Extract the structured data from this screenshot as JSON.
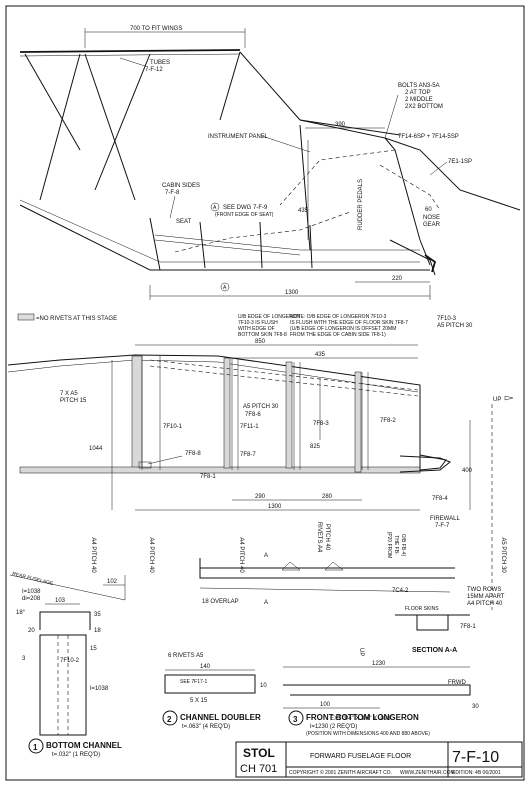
{
  "top_view": {
    "dim_700": "700 TO FIT WINGS",
    "tubes_1": "TUBES",
    "tubes_2": "7-F-12",
    "bolts_1": "BOLTS AN3-5A",
    "bolts_2": "2 AT TOP",
    "bolts_3": "2 MIDDLE",
    "bolts_4": "2X2 BOTTOM",
    "dim_390": "390",
    "instrument_panel": "INSTRUMENT PANEL",
    "parts_7f14": "7F14-6SP + 7F14-5SP",
    "part_7e1": "7E1-1SP",
    "cabin_sides_1": "CABIN SIDES",
    "cabin_sides_2": "7-F-8",
    "see_dwg": "SEE DWG 7-F-9",
    "see_dwg_sub": "(FRONT EDGE OF SEAT)",
    "seat": "SEAT",
    "dim_435": "435",
    "rudder_pedals": "RUDDER PEDALS",
    "dim_60": "60",
    "nose_gear_1": "NOSE",
    "nose_gear_2": "GEAR",
    "dim_220": "220",
    "dim_1300": "1300",
    "marker_a": "A"
  },
  "middle_view": {
    "no_rivets": "=NO RIVETS AT THIS STAGE",
    "note_left_1": "U/B EDGE OF LONGERON",
    "note_left_2": "7F10-3 IS FLUSH",
    "note_left_3": "WITH EDGE OF",
    "note_left_4": "BOTTOM SKIN 7F8-8",
    "note_right_1": "NOTE: O/B EDGE OF LONGERON 7F10-3",
    "note_right_2": "IS FLUSH WITH THE EDGE OF FLOOR SKIN 7F8-7",
    "note_right_3": "(U/B EDGE OF LONGERON IS OFFSET 20MM",
    "note_right_4": "FROM THE EDGE OF CABIN SIDE 7F8-1)",
    "part_7f10_3": "7F10-3",
    "a5_pitch": "A5 PITCH 30",
    "dim_850": "850",
    "dim_435": "435",
    "up_label": "UP",
    "seven_x_a5": "7 X A5",
    "pitch_15": "PITCH 15",
    "a5_pitch_30": "A5 PITCH 30",
    "p_7f8_6": "7F8-6",
    "p_7f10_1": "7F10-1",
    "p_7f11_1": "7F11-1",
    "p_7f8_3": "7F8-3",
    "p_7f8_2": "7F8-2",
    "dim_1044": "1044",
    "dim_825": "825",
    "p_7f8_8": "7F8-8",
    "p_7f8_7": "7F8-7",
    "dim_400": "400",
    "p_7f8_1": "7F8-1",
    "p_7f8_4": "7F8-4",
    "dim_290": "290",
    "dim_280": "280",
    "dim_1300": "1300",
    "firewall_1": "FIREWALL",
    "firewall_2": "7-F-7",
    "a4_pitch_40a": "A4 PITCH 40",
    "a4_pitch_40b": "A4 PITCH 40",
    "a4_pitch_40c": "A4 PITCH 40",
    "rivets_a4": "RIVETS A4",
    "pitch_40": "PITCH 40",
    "p20_note_1": "(P20 FROM",
    "p20_note_2": "THE FB-",
    "p20_note_3": "O/B FB-4)",
    "a5_pitch_30_v": "A5 PITCH 30"
  },
  "bottom_view": {
    "rear_fuselage": "REAR FUSELAGE",
    "dim_102": "102",
    "overlap": "18 OVERLAP",
    "p_7c4_2": "7C4-2",
    "marker_a": "A",
    "two_rows_1": "TWO ROWS",
    "two_rows_2": "15MM APART",
    "two_rows_3": "A4 PITCH 40",
    "floor_skins": "FLOOR SKINS",
    "p_7f8_1": "7F8-1",
    "section_aa": "SECTION A-A",
    "i_1038": "I=1038",
    "di_208": "di=208",
    "dim_103": "103",
    "dim_18": "18°",
    "dim_20": "20",
    "dim_18b": "18",
    "dim_35": "35",
    "dim_15": "15",
    "dim_3": "3",
    "p_7f10_2": "7F10-2",
    "l_1038": "l=1038",
    "six_rivets": "6 RIVETS A5",
    "dim_140": "140",
    "see_7f17": "SEE 7F17-1",
    "dim_10": "10",
    "five_x_15": "5 X 15",
    "up_arrow": "UP",
    "dim_1230": "1230",
    "fwd": "FRWD",
    "dim_100": "100",
    "dim_30": "30",
    "ext": "EXT 3/4\" X 3/4\" X .093\"",
    "cap1_num": "1",
    "cap1_title": "BOTTOM CHANNEL",
    "cap1_sub": "t=.032\" (1 REQ'D)",
    "cap2_num": "2",
    "cap2_title": "CHANNEL DOUBLER",
    "cap2_sub": "t=.063\" (4 REQ'D)",
    "cap3_num": "3",
    "cap3_title": "FRONT BOTTOM LONGERON",
    "cap3_sub1": "l=1230 (2 REQ'D)",
    "cap3_sub2": "(POSITION WITH DIMENSIONS 400 AND 880 ABOVE)"
  },
  "title_block": {
    "model_1": "STOL",
    "model_2": "CH 701",
    "title": "FORWARD FUSELAGE FLOOR",
    "copyright": "COPYRIGHT © 2001 ZENITH AIRCRAFT CO.",
    "website": "WWW.ZENITHAIR.COM",
    "drawing_no": "7-F-10",
    "edition": "EDITION: 4B 06/2001"
  }
}
